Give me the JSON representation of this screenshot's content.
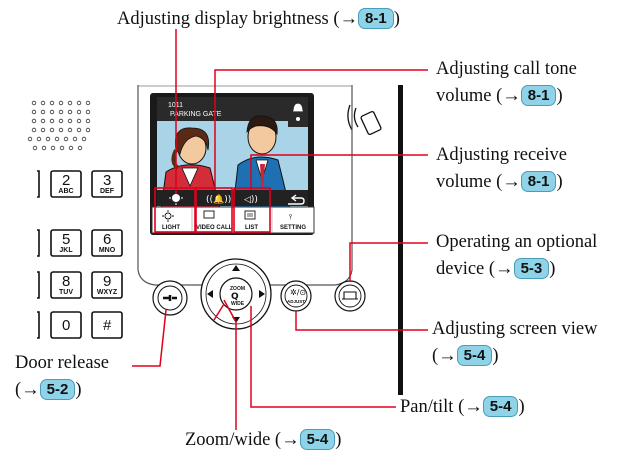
{
  "screen": {
    "line1": "1011",
    "line2": "PARKING GATE"
  },
  "buttons": {
    "light": "LIGHT",
    "video_call": "VIDEO CALL",
    "list": "LIST",
    "setting": "SETTING",
    "zoom": "ZOOM",
    "wide": "WIDE",
    "adjust": "ADJUST"
  },
  "keypad": [
    {
      "num": "2",
      "letters": "ABC"
    },
    {
      "num": "3",
      "letters": "DEF"
    },
    {
      "num": "5",
      "letters": "JKL"
    },
    {
      "num": "6",
      "letters": "MNO"
    },
    {
      "num": "8",
      "letters": "TUV"
    },
    {
      "num": "9",
      "letters": "WXYZ"
    },
    {
      "num": "0",
      "letters": ""
    },
    {
      "num": "#",
      "letters": ""
    }
  ],
  "callouts": {
    "brightness": {
      "text": "Adjusting display brightness (→",
      "ref": "8-1",
      "close": ")"
    },
    "call_tone": {
      "line1": "Adjusting call tone",
      "line2": "volume (→",
      "ref": "8-1",
      "close": ")"
    },
    "receive": {
      "line1": "Adjusting receive",
      "line2": "volume (→",
      "ref": "8-1",
      "close": ")"
    },
    "optional": {
      "line1": "Operating an optional",
      "line2": "device (→",
      "ref": "5-3",
      "close": ")"
    },
    "screen_view": {
      "line1": "Adjusting screen view",
      "line2": "(→",
      "ref": "5-4",
      "close": ")"
    },
    "door": {
      "line1": "Door release",
      "line2": "(→",
      "ref": "5-2",
      "close": ")"
    },
    "pan_tilt": {
      "text": "Pan/tilt (→",
      "ref": "5-4",
      "close": ")"
    },
    "zoom_wide": {
      "text": "Zoom/wide (→",
      "ref": "5-4",
      "close": ")"
    }
  },
  "colors": {
    "leader": "#e0001b",
    "ref_badge": "#8fd3e8",
    "screen_sky": "#a9d3e6"
  }
}
